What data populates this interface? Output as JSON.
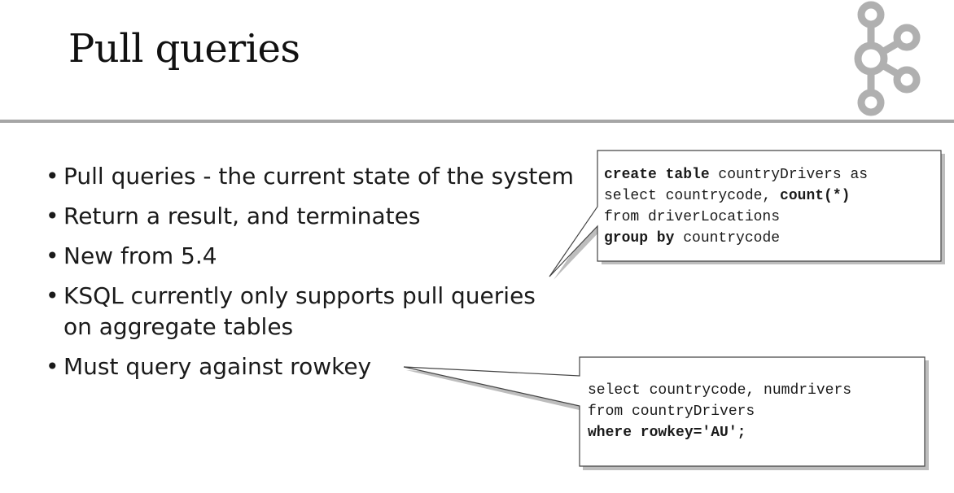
{
  "slide": {
    "title": "Pull queries",
    "bullets": [
      "Pull queries - the current state of the system",
      "Return a result, and terminates",
      "New from 5.4",
      "KSQL currently only supports pull queries on aggregate tables",
      "Must query against rowkey"
    ]
  },
  "callout_create": {
    "line1_kw": "create table",
    "line1_rest": " countryDrivers as",
    "line2_plain": "select countrycode, ",
    "line2_kw": "count(*)",
    "line3": "from driverLocations",
    "line4_kw": "group by",
    "line4_rest": " countrycode"
  },
  "callout_select": {
    "line1": "select countrycode, numdrivers",
    "line2": "from countryDrivers",
    "line3": "where rowkey='AU';"
  },
  "colors": {
    "rule": "#a6a6a6",
    "logo": "#b0b0b0",
    "box_border": "#444444",
    "box_shadow": "#bdbdbd"
  },
  "icons": {
    "logo": "kafka-logo-icon"
  }
}
